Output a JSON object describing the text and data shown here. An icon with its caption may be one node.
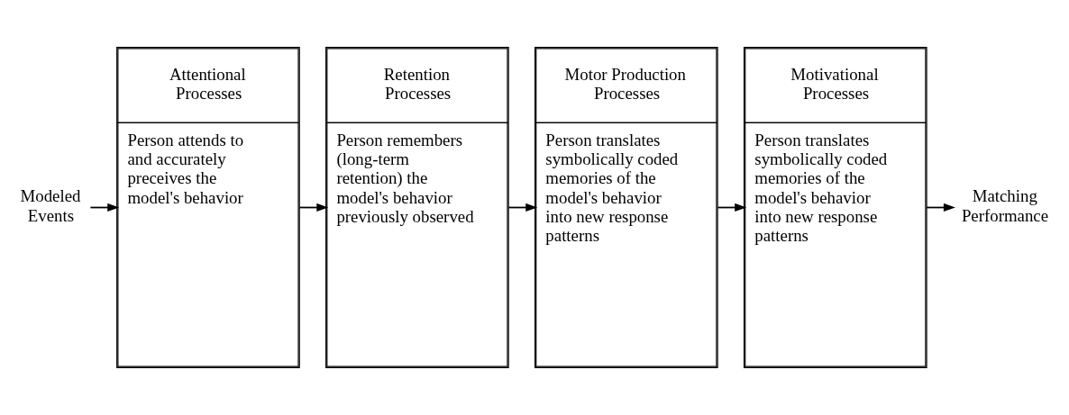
{
  "diagram": {
    "nodes": [
      {
        "text": [
          "Modeled Events"
        ]
      },
      {
        "text": [
          "Attentional Processes",
          "Person attends to and accurately preceives the model's behavior"
        ]
      },
      {
        "text": [
          "Retention Processes",
          "Person remembers (long-term retention) the model's behavior previously observed"
        ]
      },
      {
        "text": [
          "Motor Production Processes",
          "Person translates symbolically coded memories of the model's behavior into new response patterns"
        ]
      },
      {
        "text": [
          "Motivational Processes",
          "Person translates symbolically coded memories of the model's behavior into new response patterns"
        ]
      },
      {
        "text": [
          "Matching Performance"
        ]
      }
    ],
    "edges": [
      {
        "from": 0,
        "to": 1,
        "arrow": "to"
      },
      {
        "from": 1,
        "to": 2,
        "arrow": "to"
      },
      {
        "from": 2,
        "to": 3,
        "arrow": "to"
      },
      {
        "from": 3,
        "to": 4,
        "arrow": "to"
      },
      {
        "from": 4,
        "to": 5,
        "arrow": "to"
      }
    ]
  }
}
